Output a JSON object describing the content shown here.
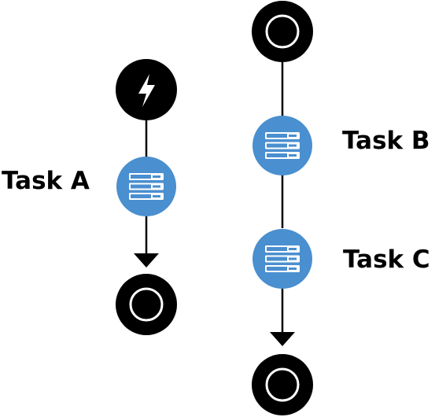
{
  "labels": {
    "task_a": "Task A",
    "task_b": "Task B",
    "task_c": "Task C"
  },
  "colors": {
    "event_fill": "#000000",
    "end_inner_ring": "#ffffff",
    "task_fill": "#4a8fcf",
    "task_glyph": "#ffffff",
    "connector": "#000000"
  },
  "icons": {
    "start_trigger": "lightning-bolt-icon",
    "task": "server-stack-icon",
    "end": "circle-ring-icon"
  }
}
